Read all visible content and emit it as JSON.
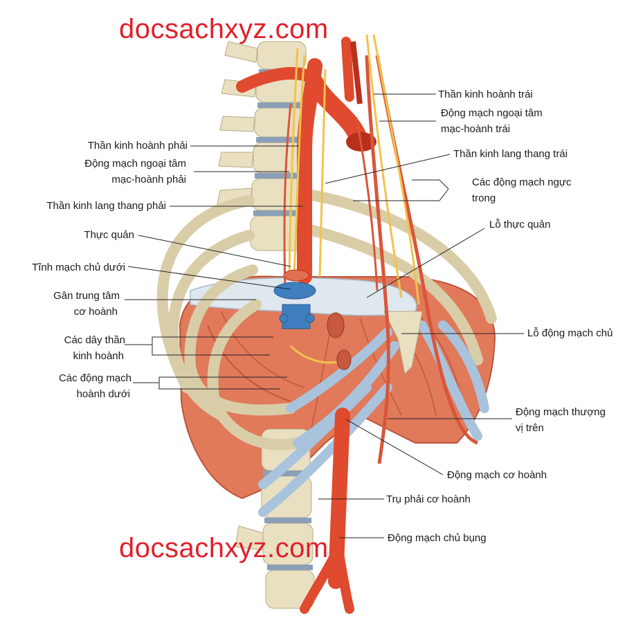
{
  "watermark": "docsachxyz.com",
  "labels": {
    "phrenic_left": "Thần kinh hoành trái",
    "pericardiophrenic_left_1": "Động mạch ngoại tâm",
    "pericardiophrenic_left_2": "mạc-hoành trái",
    "vagus_left": "Thần kinh lang thang trái",
    "internal_thoracic_1": "Các động mạch ngực",
    "internal_thoracic_2": "trong",
    "esophageal_hiatus": "Lỗ thực quản",
    "aortic_hiatus": "Lỗ động mạch chủ",
    "superior_epigastric_1": "Động mạch thượng",
    "superior_epigastric_2": "vị trên",
    "musculophrenic": "Động mạch cơ hoành",
    "right_crus": "Trụ phải cơ hoành",
    "abdominal_aorta": "Động mạch chủ bụng",
    "phrenic_right": "Thần kinh hoành phải",
    "pericardiophrenic_right_1": "Động mạch ngoại tâm",
    "pericardiophrenic_right_2": "mạc-hoành phải",
    "vagus_right": "Thần kinh lang thang phải",
    "esophagus": "Thực quản",
    "ivc": "Tĩnh mạch chủ dưới",
    "central_tendon_1": "Gân trung tâm",
    "central_tendon_2": "cơ hoành",
    "phrenic_nerves_1": "Các dây thần",
    "phrenic_nerves_2": "kinh hoành",
    "inferior_phrenic_1": "Các động mạch",
    "inferior_phrenic_2": "hoành dưới"
  },
  "colors": {
    "bone": "#e9e0c2",
    "bone_shadow": "#c9bd97",
    "disc": "#8aa0b8",
    "artery": "#e04a2e",
    "artery_dark": "#b8301c",
    "nerve": "#f2c24a",
    "muscle": "#e07a5a",
    "muscle_dark": "#c2553b",
    "tendon": "#dfe7ef",
    "cartilage": "#a9c3dc",
    "vein": "#3f7fc0",
    "watermark": "#e0202a",
    "leader": "#222222"
  }
}
